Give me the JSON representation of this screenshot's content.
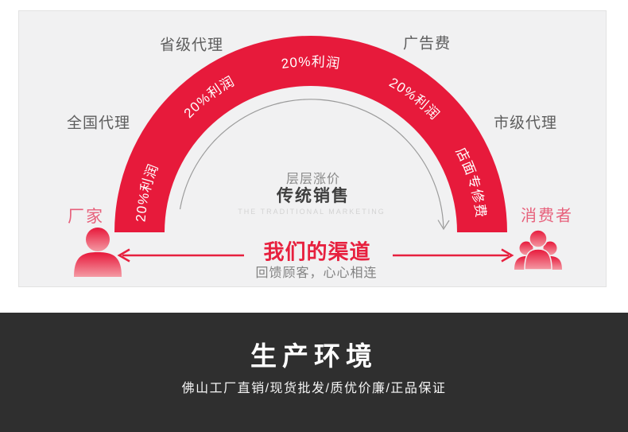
{
  "panel": {
    "outer_labels": {
      "national": "全国代理",
      "provincial": "省级代理",
      "ad_fee": "广告费",
      "city": "市级代理"
    },
    "arc_labels": {
      "l1": "20%利润",
      "l2": "20%利润",
      "l3": "20%利润",
      "l4": "20%利润",
      "l5": "店面专修费"
    },
    "center": {
      "tagline": "层层涨价",
      "title": "传统销售",
      "subtitle_en": "THE TRADITIONAL MARKETING"
    },
    "factory_label": "厂家",
    "consumer_label": "消费者",
    "channel": {
      "title": "我们的渠道",
      "subtitle": "回馈顾客，心心相连"
    }
  },
  "production": {
    "title": "生产环境",
    "subtitle": "佛山工厂直销/现货批发/质优价廉/正品保证"
  },
  "colors": {
    "arc_red": "#e71a3b",
    "accent_red": "#e7203e",
    "pink_label": "#e7607b",
    "panel_bg": "#f1f1f2",
    "band_bg": "#2f2f2f"
  }
}
